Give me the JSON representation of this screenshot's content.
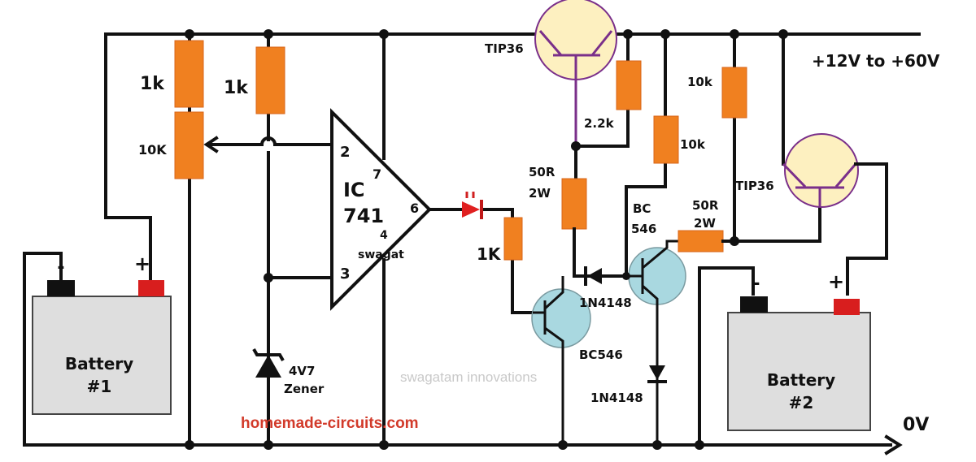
{
  "title": "Battery to battery charger circuit",
  "labels": {
    "r1": "1k",
    "r2": "1k",
    "pot": "10K",
    "ic_line1": "IC",
    "ic_line2": "741",
    "pin2": "2",
    "pin3": "3",
    "pin4": "4",
    "pin6": "6",
    "pin7": "7",
    "ic_brand": "swagat",
    "zener": "4V7",
    "zener_word": "Zener",
    "r_led": "1K",
    "q1": "TIP36",
    "r_22k": "2.2k",
    "r_50r_a1": "50R",
    "r_50r_a2": "2W",
    "r_10k_a": "10k",
    "r_10k_b": "10k",
    "q_bc_a1": "BC",
    "q_bc_a2": "546",
    "r_50r_b1": "50R",
    "r_50r_b2": "2W",
    "q2": "TIP36",
    "d1": "1N4148",
    "d2": "1N4148",
    "q_bc_b": "BC546",
    "supply": "+12V to +60V",
    "ground": "0V",
    "website": "homemade-circuits.com"
  },
  "battery1": {
    "name": "Battery",
    "num": "#1",
    "minus": "-",
    "plus": "+"
  },
  "battery2": {
    "name": "Battery",
    "num": "#2",
    "minus": "-",
    "plus": "+"
  },
  "watermark": "swagatam innovations",
  "colors": {
    "resistor": "#f08020",
    "transistor_pnp": "#fdf0c0",
    "transistor_npn": "#a9d8e0",
    "outline": "#7a2f8a",
    "website": "#d23a2a",
    "ic_label": "#c0392b"
  }
}
